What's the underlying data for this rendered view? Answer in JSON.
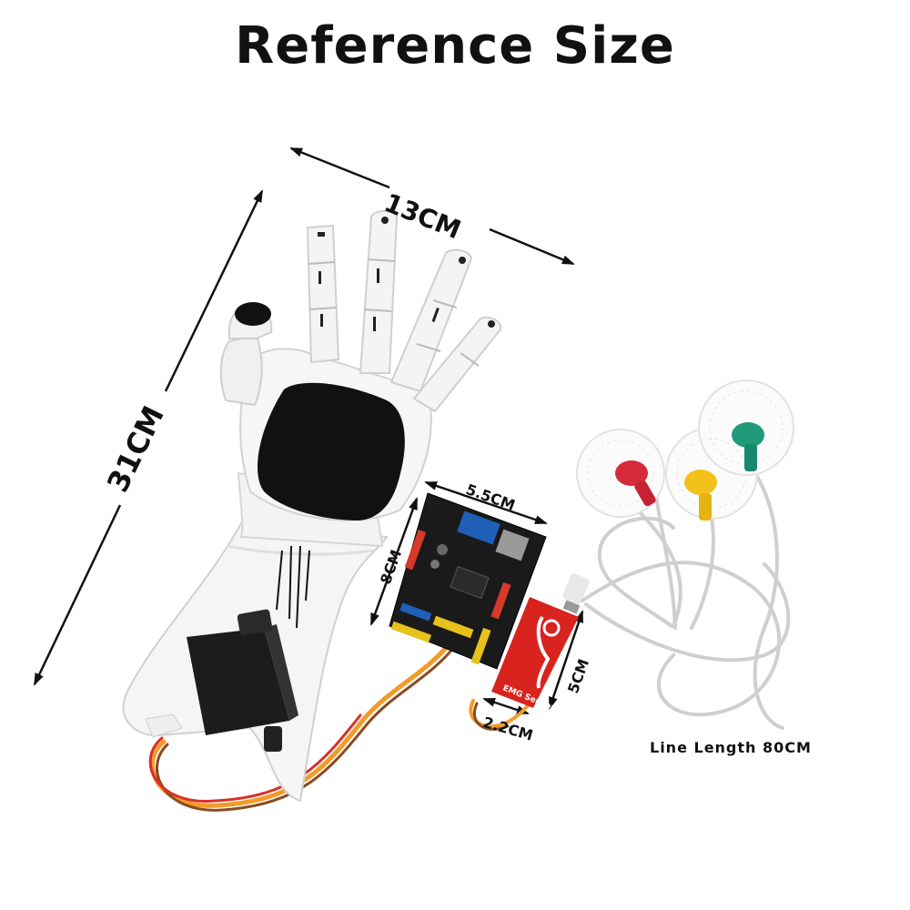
{
  "title": "Reference Size",
  "dimensions": {
    "width_hand": "13CM",
    "length_hand": "31CM",
    "board_width": "5.5CM",
    "board_height": "8CM",
    "sensor_height": "5CM",
    "sensor_width": "2.2CM",
    "line_length": "Line Length 80CM"
  },
  "sensor_label": "EMG Sensor",
  "colors": {
    "text": "#111111",
    "hand": "#f4f4f4",
    "palm_pad": "#111111",
    "board": "#1a1a1a",
    "sensor_board": "#d8231f",
    "electrode_red": "#d42a3a",
    "electrode_yellow": "#f2c21b",
    "electrode_green": "#1f9a7a",
    "cable": "#c9c9c9"
  }
}
